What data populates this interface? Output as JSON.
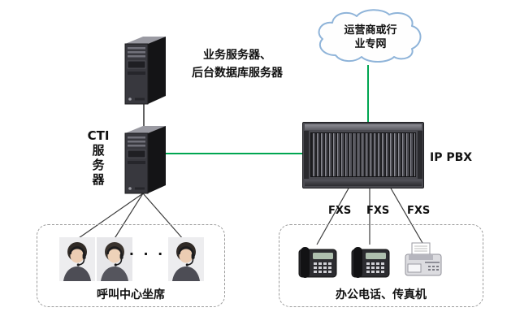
{
  "colors": {
    "green_link": "#00a651",
    "dark_link": "#3c3c3c",
    "cloud_stroke": "#8fb4d9",
    "cloud_fill": "#fefefe",
    "dashed_border": "#9b9b9b",
    "text": "#111111"
  },
  "cloud": {
    "line1": "运营商或行",
    "line2": "业专网"
  },
  "app_server": {
    "line1": "业务服务器、",
    "line2": "后台数据库服务器"
  },
  "cti_server": {
    "line1": "CTI",
    "line2": "服",
    "line3": "务",
    "line4": "器"
  },
  "pbx": {
    "label": "IP PBX"
  },
  "fxs": [
    "FXS",
    "FXS",
    "FXS"
  ],
  "call_center": {
    "label": "呼叫中心坐席",
    "dots": "· · ·"
  },
  "office": {
    "label": "办公电话、传真机"
  }
}
